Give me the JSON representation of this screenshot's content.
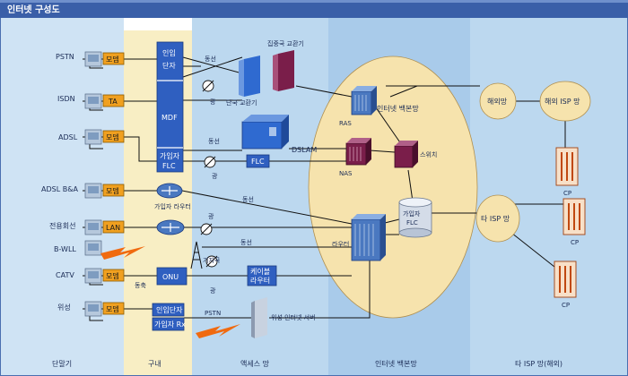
{
  "title": "인터넷 구성도",
  "columns": {
    "terminal": "단말기",
    "premises": "구내",
    "access": "액세스 망",
    "backbone": "인터넷 백본망",
    "other_isp": "타 ISP 망(해외)"
  },
  "terminals": {
    "pstn": "PSTN",
    "isdn": "ISDN",
    "adsl": "ADSL",
    "adsl_ba": "ADSL B&A",
    "leased": "전용회선",
    "bwll": "B-WLL",
    "catv": "CATV",
    "satellite": "위성"
  },
  "premises_boxes": {
    "modem": "모뎀",
    "ta": "TA",
    "lan": "LAN",
    "mdf_top1": "인입",
    "mdf_top2": "단자",
    "mdf": "MDF",
    "subscriber_flc1": "가입자",
    "subscriber_flc2": "FLC",
    "onu": "ONU",
    "sat_in": "인입단자",
    "sat_rx": "가입자 Rx"
  },
  "access_labels": {
    "copper": "동선",
    "optical": "광",
    "concentrator_switch": "집중국 교환기",
    "local_switch": "단국 교환기",
    "dslam": "DSLAM",
    "flc": "FLC",
    "subscriber_router": "가입자 라우터",
    "base_station": "기지국",
    "cable_router1": "케이블",
    "cable_router2": "라우터",
    "coax": "동축",
    "pstn": "PSTN",
    "sat_server": "위성 인터넷 서버"
  },
  "backbone_labels": {
    "ras": "RAS",
    "nas": "NAS",
    "backbone": "인터넷 백본망",
    "switch": "스위치",
    "sub_flc1": "가입자",
    "sub_flc2": "FLC",
    "router": "라우터"
  },
  "isp_labels": {
    "overseas": "해외망",
    "overseas_isp": "해외 ISP 망",
    "other_isp": "타 ISP 망",
    "cp": "CP"
  },
  "colors": {
    "banner": "#3a5fa8",
    "terminal_col": "#cfe3f4",
    "premises_col": "#f8eec4",
    "access_col": "#bcd8ef",
    "backbone_col": "#a9cbea",
    "isp_col": "#bcd8ef",
    "ellipse": "#f6e3ad",
    "modem": "#f0a020",
    "mdf_blue": "#2f5fc0"
  }
}
